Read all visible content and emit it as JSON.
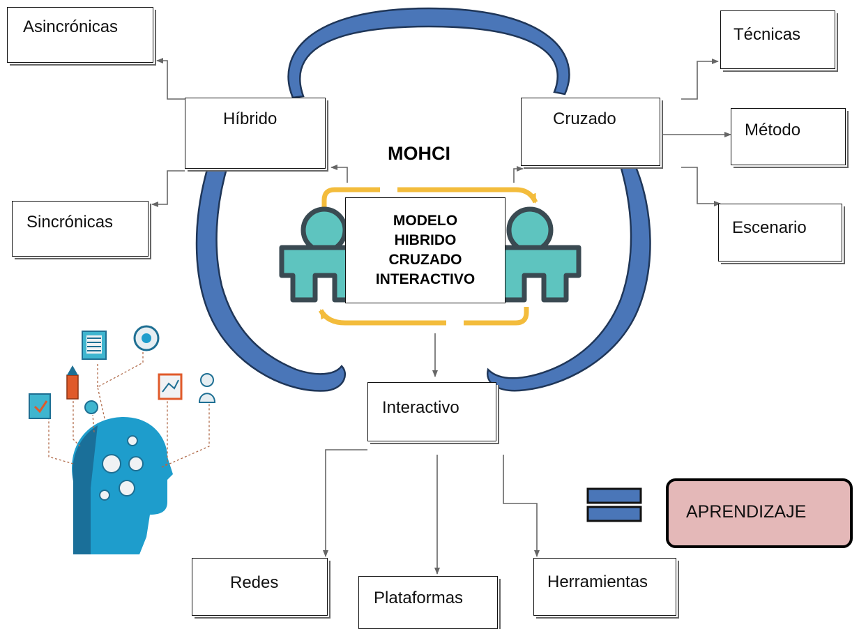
{
  "title": "MOHCI",
  "center": {
    "lines": [
      "MODELO",
      "HIBRIDO",
      "CRUZADO",
      "INTERACTIVO"
    ]
  },
  "nodes": {
    "asincronicas": "Asincrónicas",
    "hibrido": "Híbrido",
    "sincronicas": "Sincrónicas",
    "cruzado": "Cruzado",
    "tecnicas": "Técnicas",
    "metodo": "Método",
    "escenario": "Escenario",
    "interactivo": "Interactivo",
    "redes": "Redes",
    "plataformas": "Plataformas",
    "herramientas": "Herramientas"
  },
  "result": {
    "label": "APRENDIZAJE"
  },
  "colors": {
    "arc_fill": "#4a76b8",
    "arc_stroke": "#1f3658",
    "cycle": "#f3bc3c",
    "person": "#5ec4bf",
    "person_outline": "#3a4a52",
    "result_bg": "#e4b8b8",
    "connector": "#666666"
  }
}
